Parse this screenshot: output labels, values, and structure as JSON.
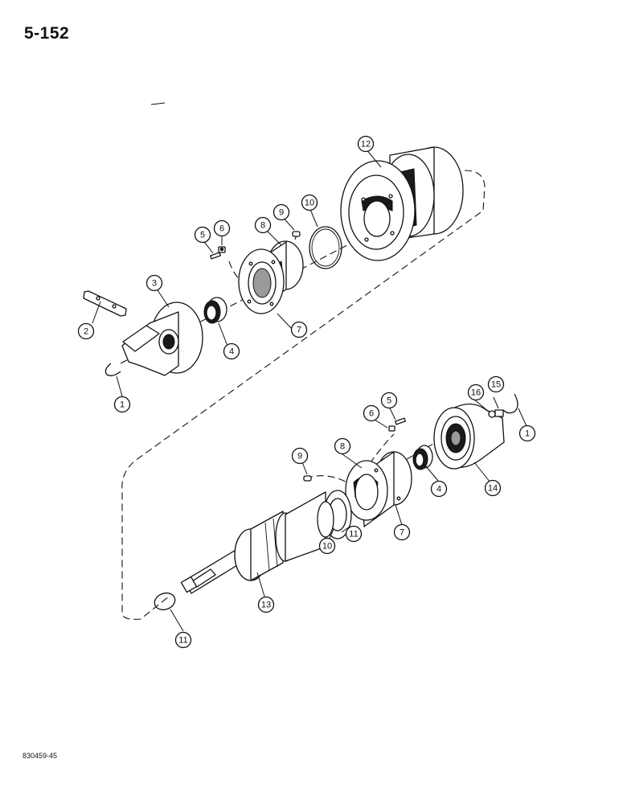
{
  "page": {
    "number": "5-152",
    "figure_code": "830459-45"
  },
  "callouts": [
    {
      "label": "12"
    },
    {
      "label": "10"
    },
    {
      "label": "9"
    },
    {
      "label": "8"
    },
    {
      "label": "6"
    },
    {
      "label": "5"
    },
    {
      "label": "3"
    },
    {
      "label": "2"
    },
    {
      "label": "4"
    },
    {
      "label": "7"
    },
    {
      "label": "1"
    },
    {
      "label": "5"
    },
    {
      "label": "6"
    },
    {
      "label": "16"
    },
    {
      "label": "15"
    },
    {
      "label": "1"
    },
    {
      "label": "9"
    },
    {
      "label": "8"
    },
    {
      "label": "4"
    },
    {
      "label": "14"
    },
    {
      "label": "11"
    },
    {
      "label": "10"
    },
    {
      "label": "7"
    },
    {
      "label": "13"
    },
    {
      "label": "11"
    }
  ]
}
